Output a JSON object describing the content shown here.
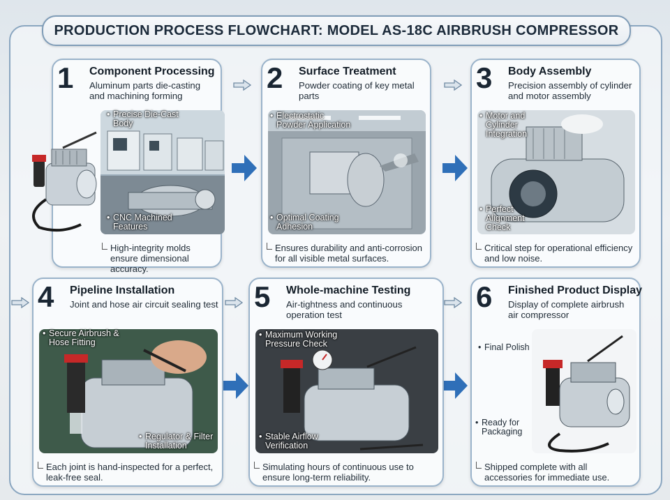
{
  "title": "PRODUCTION PROCESS FLOWCHART: MODEL AS-18C AIRBRUSH COMPRESSOR",
  "steps": [
    {
      "num": "1",
      "title": "Component Processing",
      "subtitle": "Aluminum parts die-casting and machining forming",
      "callouts": [
        "Precise Die-Cast Body",
        "CNC Machined Features"
      ],
      "caption": "High-integrity molds ensure dimensional accuracy."
    },
    {
      "num": "2",
      "title": "Surface Treatment",
      "subtitle": "Powder coating of key metal parts",
      "callouts": [
        "Electrostatic Powder Application",
        "Optimal Coating Adhesion"
      ],
      "caption": "Ensures durability and anti-corrosion for all visible metal surfaces."
    },
    {
      "num": "3",
      "title": "Body Assembly",
      "subtitle": "Precision assembly of cylinder and motor assembly",
      "callouts": [
        "Motor and Cylinder Integration",
        "Perfect Alignment Check"
      ],
      "caption": "Critical step for operational efficiency and low noise."
    },
    {
      "num": "4",
      "title": "Pipeline Installation",
      "subtitle": "Joint and hose air circuit sealing test",
      "callouts": [
        "Secure Airbrush & Hose Fitting",
        "Regulator & Filter Installation"
      ],
      "caption": "Each joint is hand-inspected for a perfect, leak-free seal."
    },
    {
      "num": "5",
      "title": "Whole-machine Testing",
      "subtitle": "Air-tightness and continuous operation test",
      "callouts": [
        "Maximum Working Pressure Check",
        "Stable Airflow Verification"
      ],
      "caption": "Simulating hours of continuous use to ensure long-term reliability."
    },
    {
      "num": "6",
      "title": "Finished Product Display",
      "subtitle": "Display of complete airbrush air compressor",
      "callouts": [
        "Final Polish",
        "Ready for Packaging"
      ],
      "caption": "Shipped complete with all accessories for immediate use."
    }
  ],
  "colors": {
    "accent": "#2f6fb8",
    "border": "#9ab3ca",
    "title_border": "#7f9cb7"
  }
}
